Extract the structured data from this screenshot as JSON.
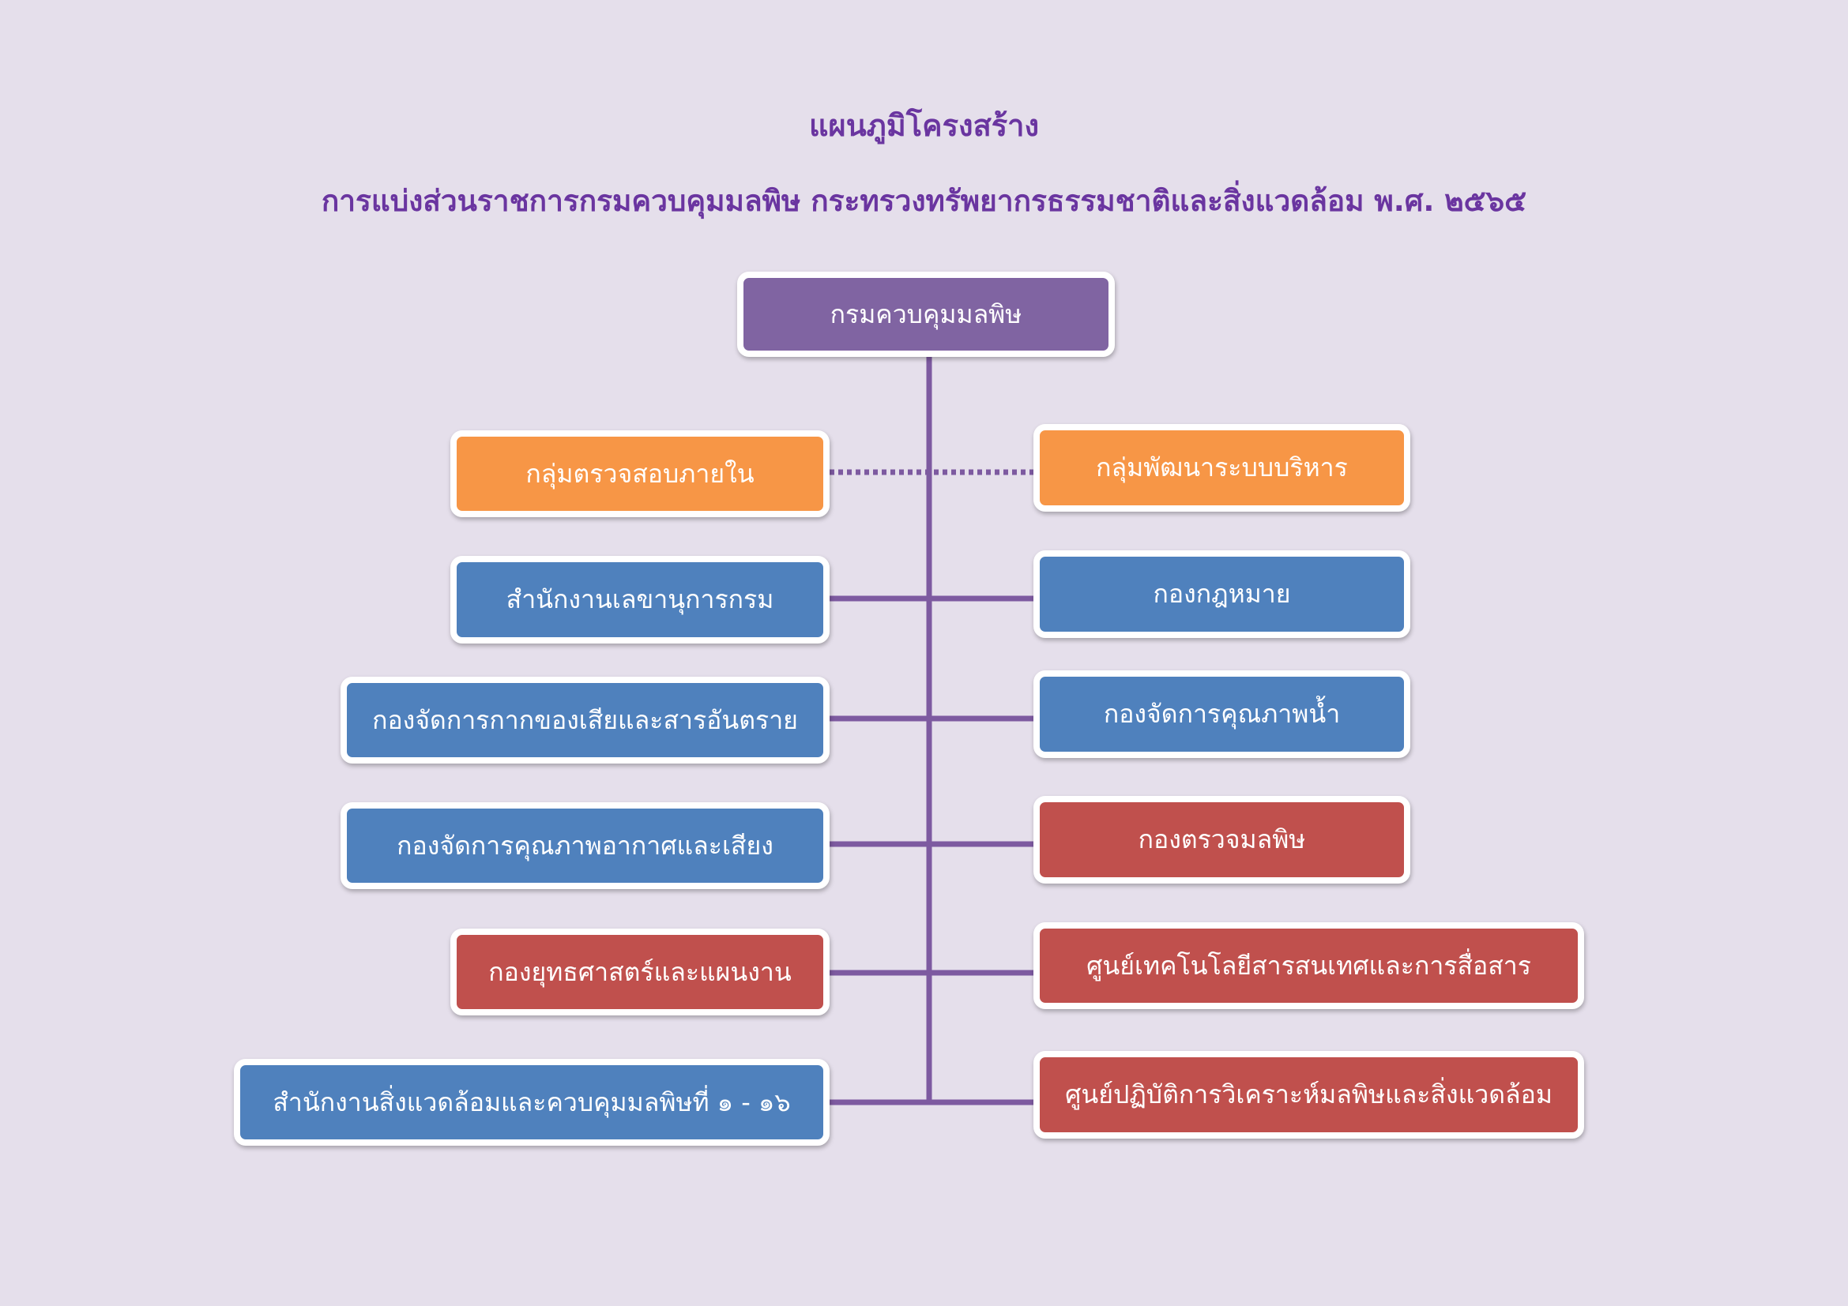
{
  "title": "แผนภูมิโครงสร้าง",
  "subtitle": "การแบ่งส่วนราชการกรมควบคุมมลพิษ กระทรวงทรัพยากรธรรมชาติและสิ่งแวดล้อม พ.ศ. ๒๕๖๕",
  "colors": {
    "title": "#6a35a0",
    "connector": "#7d5aa0",
    "head": "#8064a2",
    "staff": "#f79646",
    "division": "#4f81bd",
    "technical": "#c0504d",
    "background": "#e5dfeb"
  },
  "root": {
    "label": "กรมควบคุมมลพิษ"
  },
  "staff_units": {
    "left": "กลุ่มตรวจสอบภายใน",
    "right": "กลุ่มพัฒนาระบบบริหาร"
  },
  "left_units": [
    "สำนักงานเลขานุการกรม",
    "กองจัดการกากของเสียและสารอันตราย",
    "กองจัดการคุณภาพอากาศและเสียง",
    "กองยุทธศาสตร์และแผนงาน",
    "สำนักงานสิ่งแวดล้อมและควบคุมมลพิษที่ ๑ - ๑๖"
  ],
  "right_units": [
    "กองกฎหมาย",
    "กองจัดการคุณภาพน้ำ",
    "กองตรวจมลพิษ",
    "ศูนย์เทคโนโลยีสารสนเทศและการสื่อสาร",
    "ศูนย์ปฏิบัติการวิเคราะห์มลพิษและสิ่งแวดล้อม"
  ]
}
